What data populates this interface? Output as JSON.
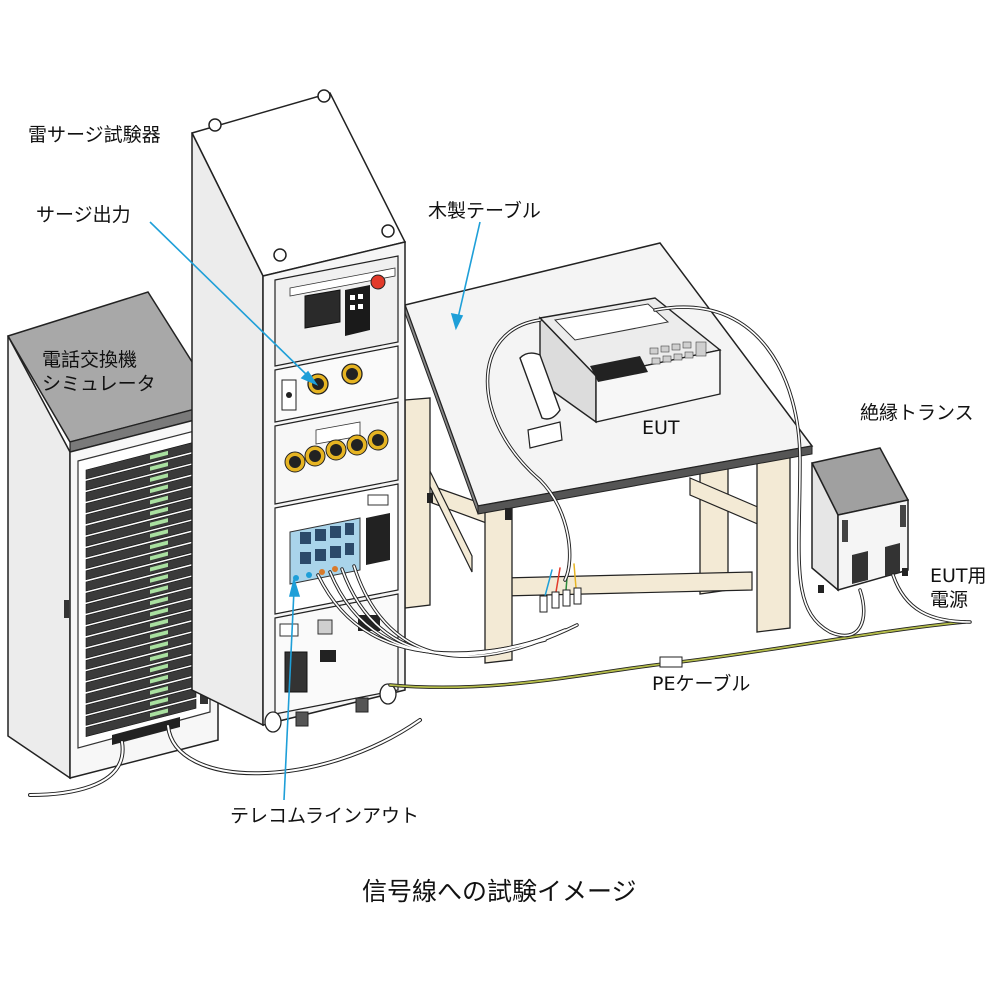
{
  "labels": {
    "surge_tester": "雷サージ試験器",
    "surge_output": "サージ出力",
    "phone_sim_line1": "電話交換機",
    "phone_sim_line2": "シミュレータ",
    "wooden_table": "木製テーブル",
    "eut": "EUT",
    "isolation_transformer": "絶縁トランス",
    "eut_power_line1": "EUT用",
    "eut_power_line2": "電源",
    "pe_cable": "PEケーブル",
    "telecom_line_out": "テレコムラインアウト",
    "caption": "信号線への試験イメージ"
  },
  "colors": {
    "leader_line": "#1e9fd8",
    "panel_highlight": "#a9d4ea",
    "pe_cable": "#b5bd4a",
    "table_wood": "#f3ead5",
    "table_top": "#f4f4f4",
    "rack_body": "#f7f7f7",
    "rack_top": "#9a9a9a",
    "screen_green": "#a9e0a0",
    "estop_red": "#e23a2a",
    "knob_yellow": "#e6b422"
  }
}
